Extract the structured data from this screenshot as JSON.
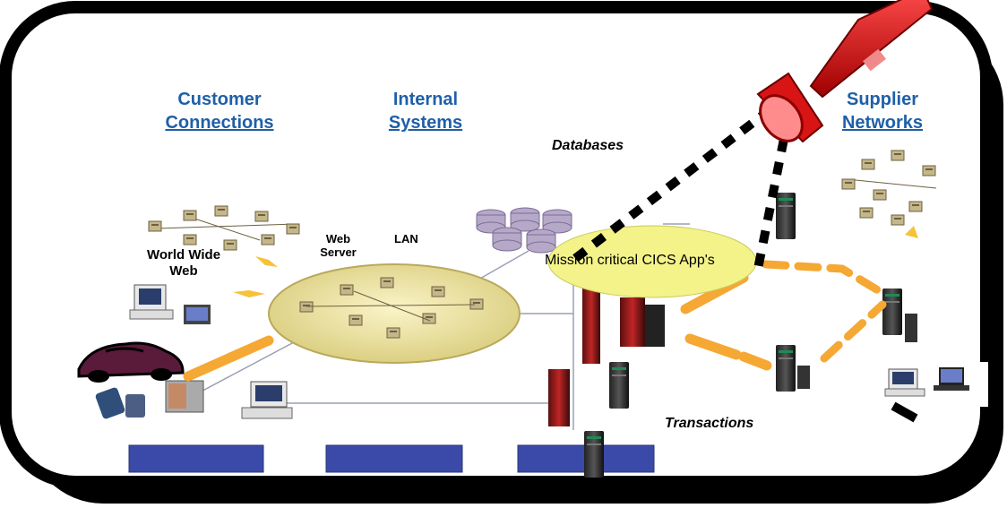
{
  "headings": {
    "customer_line1": "Customer",
    "customer_line2": "Connections",
    "internal_line1": "Internal",
    "internal_line2": "Systems",
    "supplier_line1": "Supplier",
    "supplier_line2": "Networks"
  },
  "labels": {
    "databases": "Databases",
    "world_wide_web_line1": "World Wide",
    "world_wide_web_line2": "Web",
    "web_server_line1": "Web",
    "web_server_line2": "Server",
    "lan": "LAN",
    "mission_critical": "Mission critical CICS App's",
    "transactions": "Transactions"
  },
  "colors": {
    "heading": "#1f5fa8",
    "lan_ellipse": "#f2e9a6",
    "mission_ellipse": "#f3f38a",
    "transaction_dash": "#f5a833",
    "flashlight": "#d81414",
    "bottom_bar": "#3b4aa8",
    "database": "#b6a9c8"
  },
  "icons": [
    "flashlight-icon",
    "car-icon",
    "mainframe-icon",
    "database-icon",
    "workstation-icon",
    "network-node-icon",
    "pda-icon",
    "laptop-icon"
  ]
}
